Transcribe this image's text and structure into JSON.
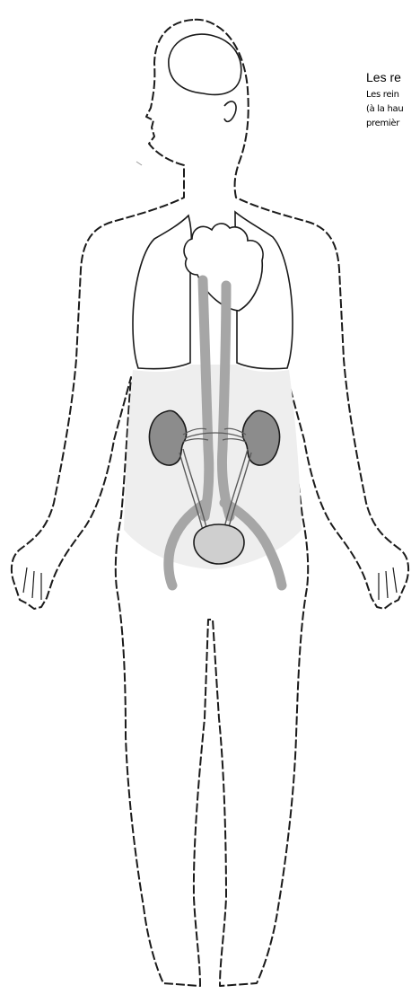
{
  "caption": {
    "title": "Les re",
    "lines": [
      "Les rein",
      "(à la hau",
      "premièr"
    ]
  },
  "colors": {
    "outline": "#1a1a1a",
    "body_fill": "#ffffff",
    "abdomen_fill": "#eeeeee",
    "kidney_fill": "#8c8c8c",
    "vessel_fill": "#a6a6a6",
    "bladder_fill": "#cfcfcf"
  }
}
